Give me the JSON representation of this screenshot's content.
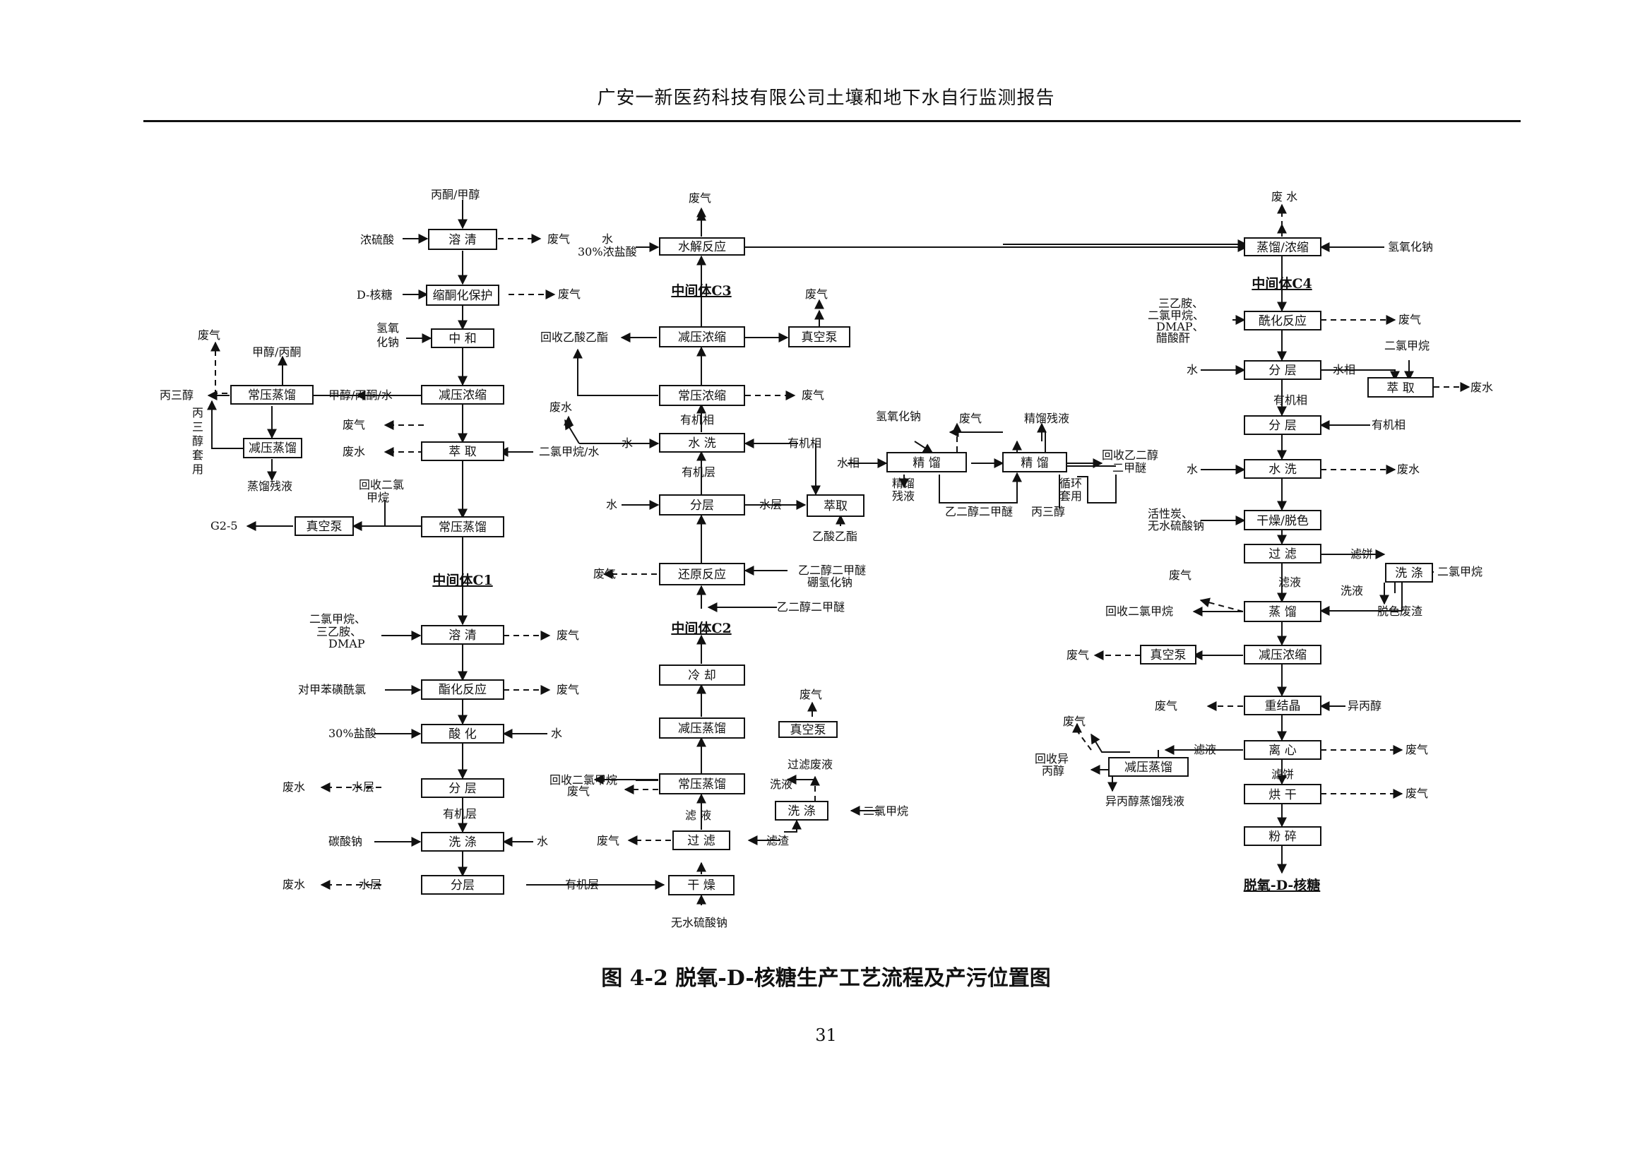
{
  "header": {
    "title": "广安一新医药科技有限公司土壤和地下水自行监测报告"
  },
  "caption": "图 4-2 脱氧-D-核糖生产工艺流程及产污位置图",
  "page_number": "31",
  "flowchart": {
    "nodes": [
      {
        "id": "n1",
        "label": "溶 清"
      },
      {
        "id": "n2",
        "label": "缩酮化保护"
      },
      {
        "id": "n3",
        "label": "中 和"
      },
      {
        "id": "n4",
        "label": "减压浓缩"
      },
      {
        "id": "n5",
        "label": "常压蒸馏"
      },
      {
        "id": "n6",
        "label": "减压蒸馏"
      },
      {
        "id": "n7",
        "label": "萃 取"
      },
      {
        "id": "n8",
        "label": "常压蒸馏"
      },
      {
        "id": "n9",
        "label": "真空泵"
      },
      {
        "id": "n10",
        "label": "溶 清"
      },
      {
        "id": "n11",
        "label": "酯化反应"
      },
      {
        "id": "n12",
        "label": "酸 化"
      },
      {
        "id": "n13",
        "label": "分 层"
      },
      {
        "id": "n14",
        "label": "洗 涤"
      },
      {
        "id": "n15",
        "label": "分层"
      },
      {
        "id": "m1",
        "label": "水解反应"
      },
      {
        "id": "m2",
        "label": "减压浓缩"
      },
      {
        "id": "m3",
        "label": "真空泵"
      },
      {
        "id": "m4",
        "label": "常压浓缩"
      },
      {
        "id": "m5",
        "label": "水 洗"
      },
      {
        "id": "m6",
        "label": "分层"
      },
      {
        "id": "m7",
        "label": "萃取"
      },
      {
        "id": "m8",
        "label": "还原反应"
      },
      {
        "id": "m9",
        "label": "冷 却"
      },
      {
        "id": "m10",
        "label": "减压蒸馏"
      },
      {
        "id": "m11",
        "label": "真空泵"
      },
      {
        "id": "m12",
        "label": "常压蒸馏"
      },
      {
        "id": "m13",
        "label": "洗 涤"
      },
      {
        "id": "m14",
        "label": "过 滤"
      },
      {
        "id": "m15",
        "label": "干 燥"
      },
      {
        "id": "m16",
        "label": "精 馏"
      },
      {
        "id": "m17",
        "label": "精 馏"
      },
      {
        "id": "r1",
        "label": "蒸馏/浓缩"
      },
      {
        "id": "r2",
        "label": "酰化反应"
      },
      {
        "id": "r3",
        "label": "分 层"
      },
      {
        "id": "r4",
        "label": "萃 取"
      },
      {
        "id": "r5",
        "label": "分 层"
      },
      {
        "id": "r6",
        "label": "水 洗"
      },
      {
        "id": "r7",
        "label": "干燥/脱色"
      },
      {
        "id": "r8",
        "label": "过 滤"
      },
      {
        "id": "r9",
        "label": "洗 涤"
      },
      {
        "id": "r10",
        "label": "蒸 馏"
      },
      {
        "id": "r11",
        "label": "真空泵"
      },
      {
        "id": "r12",
        "label": "减压浓缩"
      },
      {
        "id": "r13",
        "label": "重结晶"
      },
      {
        "id": "r14",
        "label": "离 心"
      },
      {
        "id": "r15",
        "label": "减压蒸馏"
      },
      {
        "id": "r16",
        "label": "烘 干"
      },
      {
        "id": "r17",
        "label": "粉 碎"
      }
    ],
    "intermediates": [
      {
        "id": "i1",
        "label": "中间体C1"
      },
      {
        "id": "i2",
        "label": "中间体C2"
      },
      {
        "id": "i3",
        "label": "中间体C3"
      },
      {
        "id": "i4",
        "label": "中间体C4"
      },
      {
        "id": "i5",
        "label": "脱氧-D-核糖"
      }
    ],
    "labels": [
      {
        "id": "t1",
        "text": "丙酮/甲醇"
      },
      {
        "id": "t2",
        "text": "浓硫酸"
      },
      {
        "id": "t3",
        "text": "废气"
      },
      {
        "id": "t4",
        "text": "D-核糖"
      },
      {
        "id": "t5",
        "text": "废气"
      },
      {
        "id": "t6",
        "text": "氢氧"
      },
      {
        "id": "t7",
        "text": "化钠"
      },
      {
        "id": "t8",
        "text": "废气"
      },
      {
        "id": "t9",
        "text": "甲醇/丙酮"
      },
      {
        "id": "t10",
        "text": "丙三醇"
      },
      {
        "id": "t11",
        "text": "甲醇/丙酮/水"
      },
      {
        "id": "t12",
        "text": "丙"
      },
      {
        "id": "t13",
        "text": "三"
      },
      {
        "id": "t14",
        "text": "醇"
      },
      {
        "id": "t15",
        "text": "套"
      },
      {
        "id": "t16",
        "text": "用"
      },
      {
        "id": "t17",
        "text": "蒸馏残液"
      },
      {
        "id": "t18",
        "text": "废气"
      },
      {
        "id": "t19",
        "text": "废水"
      },
      {
        "id": "t20",
        "text": "二氯甲烷/水"
      },
      {
        "id": "t21",
        "text": "回收二氯"
      },
      {
        "id": "t22",
        "text": "甲烷"
      },
      {
        "id": "t23",
        "text": "G2-5"
      },
      {
        "id": "t24",
        "text": "二氯甲烷、"
      },
      {
        "id": "t25",
        "text": "三乙胺、"
      },
      {
        "id": "t26",
        "text": "DMAP"
      },
      {
        "id": "t27",
        "text": "废气"
      },
      {
        "id": "t28",
        "text": "对甲苯磺酰氯"
      },
      {
        "id": "t29",
        "text": "废气"
      },
      {
        "id": "t30",
        "text": "30%盐酸"
      },
      {
        "id": "t31",
        "text": "水"
      },
      {
        "id": "t32",
        "text": "废水"
      },
      {
        "id": "t33",
        "text": "水层"
      },
      {
        "id": "t34",
        "text": "有机层"
      },
      {
        "id": "t35",
        "text": "碳酸钠"
      },
      {
        "id": "t36",
        "text": "水"
      },
      {
        "id": "t37",
        "text": "废水"
      },
      {
        "id": "t38",
        "text": "水层"
      },
      {
        "id": "t39",
        "text": "有机层"
      },
      {
        "id": "c1",
        "text": "废气"
      },
      {
        "id": "c2",
        "text": "水"
      },
      {
        "id": "c3",
        "text": "30%浓盐酸"
      },
      {
        "id": "c4",
        "text": "废气"
      },
      {
        "id": "c5",
        "text": "回收乙酸乙酯"
      },
      {
        "id": "c6",
        "text": "废气"
      },
      {
        "id": "c7",
        "text": "废水"
      },
      {
        "id": "c8",
        "text": "有机相"
      },
      {
        "id": "c9",
        "text": "水"
      },
      {
        "id": "c10",
        "text": "有机相"
      },
      {
        "id": "c11",
        "text": "有机层"
      },
      {
        "id": "c12",
        "text": "水"
      },
      {
        "id": "c13",
        "text": "水层"
      },
      {
        "id": "c14",
        "text": "乙酸乙酯"
      },
      {
        "id": "c15",
        "text": "废气"
      },
      {
        "id": "c16",
        "text": "乙二醇二甲醚"
      },
      {
        "id": "c17",
        "text": "硼氢化钠"
      },
      {
        "id": "c18",
        "text": "乙二醇二甲醚"
      },
      {
        "id": "c19",
        "text": "废气"
      },
      {
        "id": "c20",
        "text": "回收二氯甲烷"
      },
      {
        "id": "c21",
        "text": "废气"
      },
      {
        "id": "c22",
        "text": "过滤废液"
      },
      {
        "id": "c23",
        "text": "洗液"
      },
      {
        "id": "c24",
        "text": "滤 液"
      },
      {
        "id": "c25",
        "text": "二氯甲烷"
      },
      {
        "id": "c26",
        "text": "废气"
      },
      {
        "id": "c27",
        "text": "滤渣"
      },
      {
        "id": "c28",
        "text": "无水硫酸钠"
      },
      {
        "id": "d1",
        "text": "氢氧化钠"
      },
      {
        "id": "d2",
        "text": "废气"
      },
      {
        "id": "d3",
        "text": "精馏残液"
      },
      {
        "id": "d4",
        "text": "水相"
      },
      {
        "id": "d5",
        "text": "精馏"
      },
      {
        "id": "d6",
        "text": "残液"
      },
      {
        "id": "d7",
        "text": "乙二醇二甲醚"
      },
      {
        "id": "d8",
        "text": "丙三醇"
      },
      {
        "id": "d9",
        "text": "循环"
      },
      {
        "id": "d10",
        "text": "套用"
      },
      {
        "id": "d11",
        "text": "回收乙二醇"
      },
      {
        "id": "d12",
        "text": "二甲醚"
      },
      {
        "id": "s1",
        "text": "废 水"
      },
      {
        "id": "s2",
        "text": "氢氧化钠"
      },
      {
        "id": "s3",
        "text": "三乙胺、"
      },
      {
        "id": "s4",
        "text": "二氯甲烷、"
      },
      {
        "id": "s5",
        "text": "DMAP、"
      },
      {
        "id": "s6",
        "text": "醋酸酐"
      },
      {
        "id": "s7",
        "text": "废气"
      },
      {
        "id": "s8",
        "text": "二氯甲烷"
      },
      {
        "id": "s9",
        "text": "水"
      },
      {
        "id": "s10",
        "text": "水相"
      },
      {
        "id": "s11",
        "text": "废水"
      },
      {
        "id": "s12",
        "text": "有机相"
      },
      {
        "id": "s13",
        "text": "有机相"
      },
      {
        "id": "s14",
        "text": "水"
      },
      {
        "id": "s15",
        "text": "废水"
      },
      {
        "id": "s16",
        "text": "活性炭、"
      },
      {
        "id": "s17",
        "text": "无水硫酸钠"
      },
      {
        "id": "s18",
        "text": "滤饼"
      },
      {
        "id": "s19",
        "text": "二氯甲烷"
      },
      {
        "id": "s20",
        "text": "废气"
      },
      {
        "id": "s21",
        "text": "滤液"
      },
      {
        "id": "s22",
        "text": "洗液"
      },
      {
        "id": "s23",
        "text": "回收二氯甲烷"
      },
      {
        "id": "s24",
        "text": "脱色废渣"
      },
      {
        "id": "s25",
        "text": "废气"
      },
      {
        "id": "s26",
        "text": "废气"
      },
      {
        "id": "s27",
        "text": "异丙醇"
      },
      {
        "id": "s28",
        "text": "废气"
      },
      {
        "id": "s29",
        "text": "滤液"
      },
      {
        "id": "s30",
        "text": "废气"
      },
      {
        "id": "s31",
        "text": "回收异"
      },
      {
        "id": "s32",
        "text": "丙醇"
      },
      {
        "id": "s33",
        "text": "滤饼"
      },
      {
        "id": "s34",
        "text": "废气"
      },
      {
        "id": "s35",
        "text": "异丙醇蒸馏残液"
      }
    ]
  }
}
